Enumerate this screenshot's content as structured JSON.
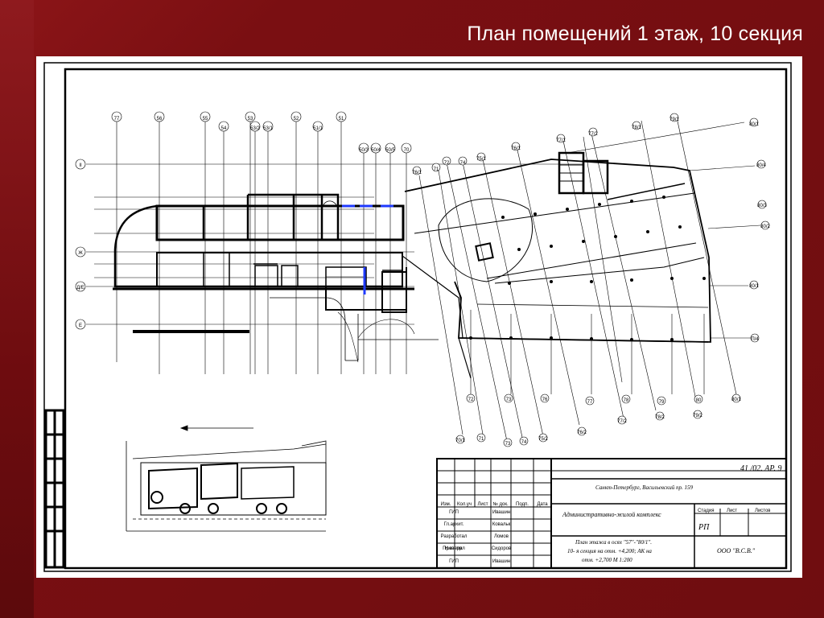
{
  "slide": {
    "title": "План помещений 1 этаж, 10 секция",
    "background_color": "#7a0f12",
    "title_color": "#ffffff"
  },
  "plan": {
    "axis_labels_top": [
      "77",
      "56",
      "55",
      "54",
      "53",
      "53/2",
      "53/1",
      "52",
      "51/1",
      "51",
      "50/3",
      "50/4",
      "50/5",
      "70",
      "76/1",
      "71",
      "72",
      "74",
      "75/1",
      "76/1",
      "77/1",
      "77/2",
      "78/1",
      "79/1",
      "80/1"
    ],
    "axis_labels_left": [
      "II",
      "Ж",
      "Д/Е",
      "Е"
    ],
    "axis_labels_right": [
      "80/4",
      "80/3",
      "80/2",
      "80/1",
      "П/4",
      "П/5"
    ],
    "axis_labels_bottom": [
      "72",
      "73",
      "76",
      "77",
      "78",
      "79",
      "80",
      "80/1",
      "77/2",
      "78/2",
      "79/2",
      "76/2",
      "75/2",
      "74",
      "73",
      "71",
      "70/1"
    ]
  },
  "title_block": {
    "sheet_code": "41 /02. АР. 9",
    "address": "Санкт-Петербург, Васильевский пр. 159",
    "project_name": "Административно-жилой комплекс",
    "sheet_title_1": "План этажа в осях \"57\"-\"80/1\".",
    "sheet_title_2": "10- я секция на отм. +4,200; АК на",
    "sheet_title_3": "отм. +2,700     М 1:200",
    "stage": "РП",
    "company": "ООО \"В.С.В.\"",
    "col_stage": "Стадия",
    "col_sheet": "Лист",
    "col_sheets": "Листов",
    "header_row": [
      "Изм.",
      "Кол.уч",
      "Лист",
      "№ док.",
      "Подп.",
      "Дата"
    ],
    "roles": [
      "ГИП",
      "Гл.архит.",
      "Разработал",
      "Проверил",
      "Н.контр.",
      "ГИП"
    ],
    "names": [
      "Ивашин",
      "Ковальк",
      "Ломов",
      "Сидоров",
      "",
      "Ивашин"
    ]
  }
}
